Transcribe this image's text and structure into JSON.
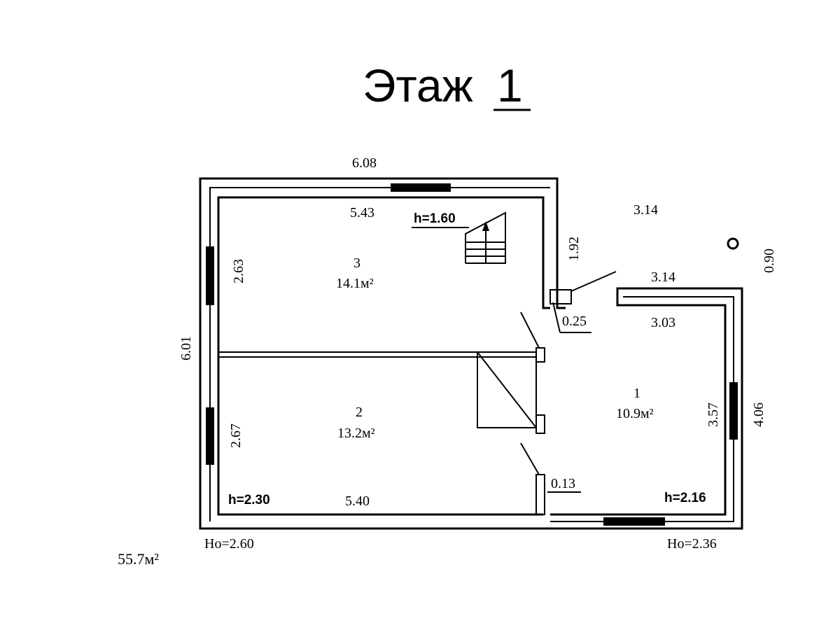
{
  "title": {
    "prefix": "Этаж",
    "floor": "1"
  },
  "total_area": "55.7м²",
  "rooms": [
    {
      "number": "3",
      "area": "14.1м²"
    },
    {
      "number": "2",
      "area": "13.2м²"
    },
    {
      "number": "1",
      "area": "10.9м²"
    }
  ],
  "dimensions": {
    "top_outer": "6.08",
    "top_inner": "5.43",
    "left_outer": "6.01",
    "room3_left": "2.63",
    "room2_left": "2.67",
    "room2_bottom": "5.40",
    "partition_vertical": "1.92",
    "wall_0_25": "0.25",
    "wall_0_13": "0.13",
    "annex_outer_top_left": "3.14",
    "annex_outer_top": "3.14",
    "annex_inner_top": "3.03",
    "annex_right_inner": "3.57",
    "annex_right_outer": "4.06",
    "annex_offset": "0.90"
  },
  "heights": {
    "stair_h": "h=1.60",
    "room2_h": "h=2.30",
    "room1_h": "h=2.16",
    "main_ho": "Но=2.60",
    "annex_ho": "Но=2.36"
  }
}
